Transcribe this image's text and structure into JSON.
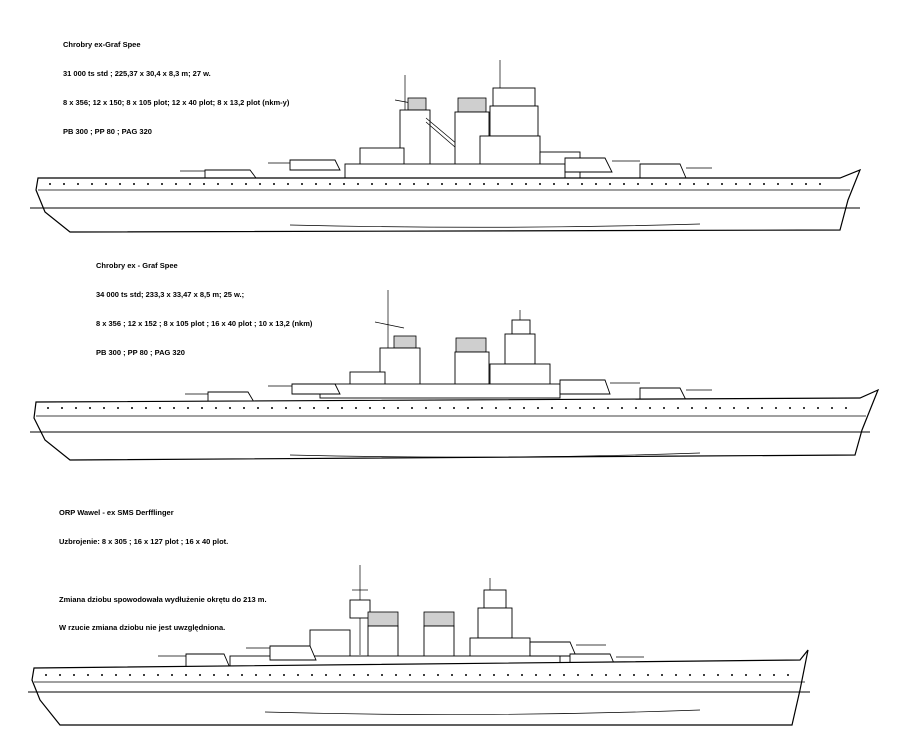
{
  "ships": [
    {
      "id": "chrobry-1",
      "lines": [
        "Chrobry ex-Graf Spee",
        "31 000 ts std ; 225,37 x 30,4 x 8,3 m; 27 w.",
        "8 x 356; 12 x 150; 8 x 105 plot; 12 x 40 plot; 8 x 13,2 plot (nkm-y)",
        "PB 300 ; PP 80 ; PAG 320"
      ]
    },
    {
      "id": "chrobry-2",
      "lines": [
        "Chrobry ex - Graf Spee",
        "34 000 ts std; 233,3 x 33,47 x 8,5 m; 25 w.;",
        "8 x 356 ; 12 x 152 ; 8 x 105 plot ; 16 x 40 plot ; 10 x 13,2 (nkm)",
        "PB 300 ; PP 80 ; PAG 320"
      ]
    },
    {
      "id": "wawel",
      "lines": [
        "ORP Wawel - ex SMS Derfflinger",
        "Uzbrojenie: 8 x 305 ; 16 x 127 plot ; 16 x 40 plot.",
        "",
        "Zmiana dziobu spowodowała wydłużenie okrętu do 213 m.",
        "W rzucie zmiana dziobu nie jest uwzględniona."
      ]
    }
  ],
  "colors": {
    "line": "#000000",
    "background": "#ffffff",
    "shade": "#cfcfcf"
  }
}
